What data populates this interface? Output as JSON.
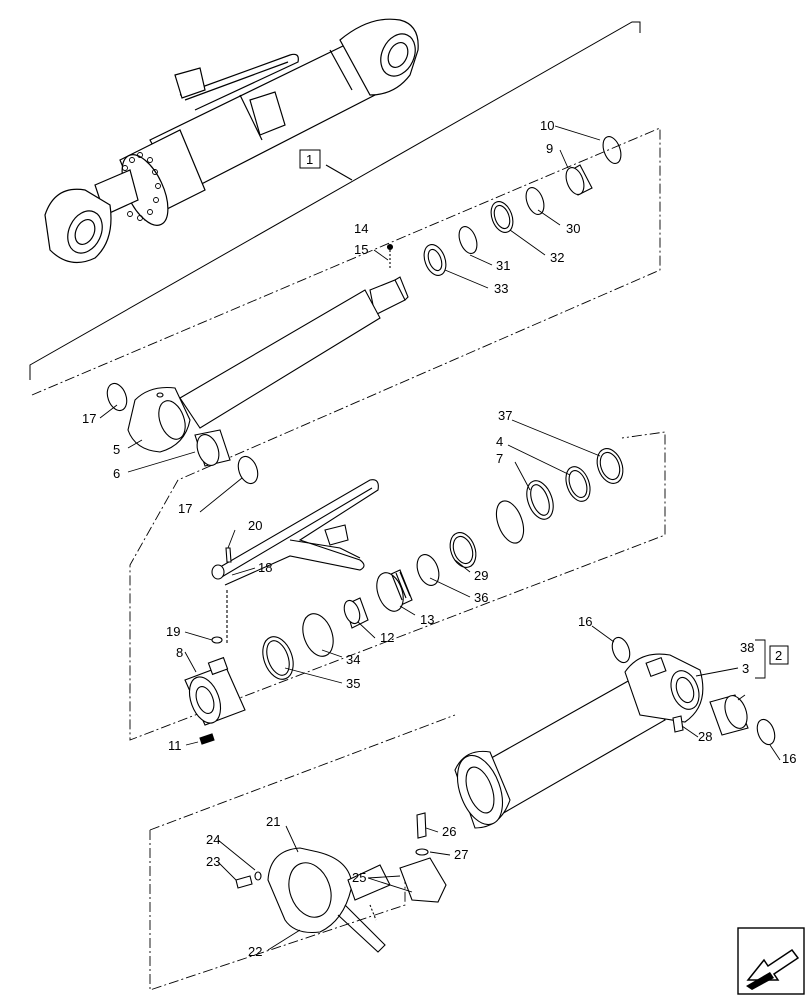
{
  "callouts": [
    "1",
    "2",
    "3",
    "4",
    "5",
    "6",
    "7",
    "8",
    "9",
    "10",
    "11",
    "12",
    "13",
    "14",
    "15",
    "16",
    "16",
    "17",
    "17",
    "19",
    "20",
    "18",
    "21",
    "22",
    "23",
    "24",
    "25",
    "26",
    "27",
    "28",
    "29",
    "30",
    "31",
    "32",
    "33",
    "34",
    "35",
    "36",
    "37",
    "38"
  ],
  "labels": {
    "c1": "1",
    "c2": "2",
    "c3": "3",
    "c4": "4",
    "c5": "5",
    "c6": "6",
    "c7": "7",
    "c8": "8",
    "c9": "9",
    "c10": "10",
    "c11": "11",
    "c12": "12",
    "c13": "13",
    "c14": "14",
    "c15": "15",
    "c16a": "16",
    "c16b": "16",
    "c17a": "17",
    "c17b": "17",
    "c18": "18",
    "c19": "19",
    "c20": "20",
    "c21": "21",
    "c22": "22",
    "c23": "23",
    "c24": "24",
    "c25": "25",
    "c26": "26",
    "c27": "27",
    "c28": "28",
    "c29": "29",
    "c30": "30",
    "c31": "31",
    "c32": "32",
    "c33": "33",
    "c34": "34",
    "c35": "35",
    "c36": "36",
    "c37": "37",
    "c38": "38"
  },
  "nav_icon": "next-page-arrow-icon"
}
